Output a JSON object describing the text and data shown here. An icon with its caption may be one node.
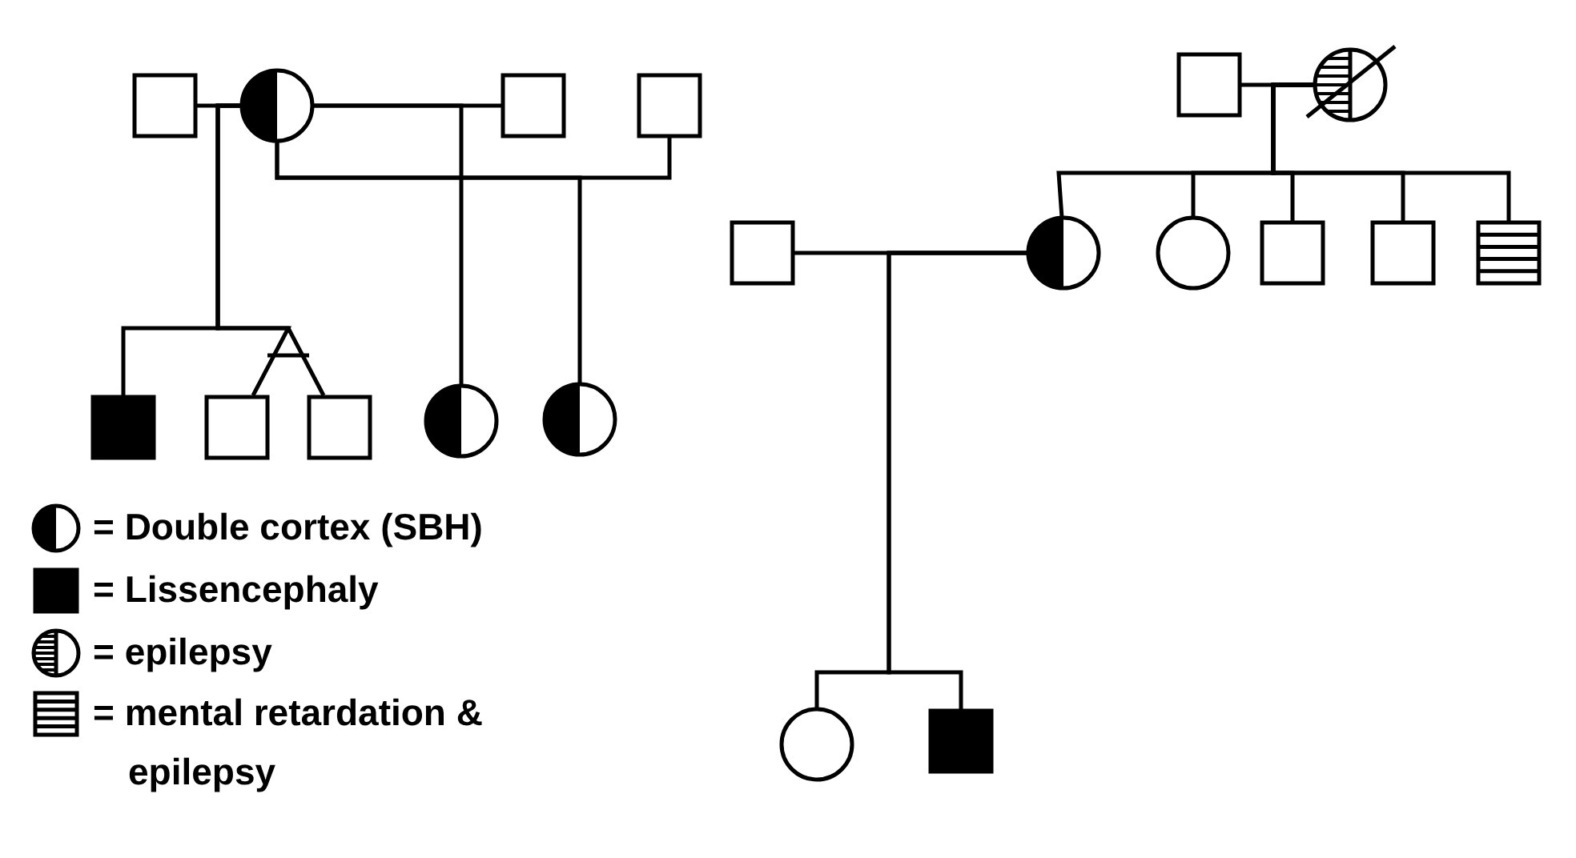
{
  "diagram": {
    "nodes": [
      {
        "text": [],
        "shape": "box"
      },
      {
        "text": [],
        "shape": "circle"
      },
      {
        "text": [],
        "shape": "box"
      },
      {
        "text": [],
        "shape": "box"
      },
      {
        "text": [],
        "shape": "box"
      },
      {
        "text": [],
        "shape": "circle"
      },
      {
        "text": [],
        "shape": "box"
      },
      {
        "text": [],
        "shape": "circle"
      },
      {
        "text": [],
        "shape": "circle"
      },
      {
        "text": [],
        "shape": "box"
      },
      {
        "text": [],
        "shape": "box"
      },
      {
        "text": [],
        "shape": "box"
      },
      {
        "text": [],
        "shape": "box"
      },
      {
        "text": [],
        "shape": "box"
      },
      {
        "text": [],
        "shape": "box"
      },
      {
        "text": [],
        "shape": "circle"
      },
      {
        "text": [],
        "shape": "circle"
      },
      {
        "text": [],
        "shape": "circle"
      },
      {
        "text": [],
        "shape": "box"
      }
    ],
    "edges": [
      {
        "from": 0,
        "to": 1,
        "arrow": "none"
      },
      {
        "from": 1,
        "to": 2,
        "arrow": "none"
      },
      {
        "from": 1,
        "to": 3,
        "arrow": "none"
      },
      {
        "from": 4,
        "to": 5,
        "arrow": "none"
      },
      {
        "from": 6,
        "to": 7,
        "arrow": "none"
      },
      {
        "from": 1,
        "to": 12,
        "arrow": "none"
      },
      {
        "from": 1,
        "to": 13,
        "arrow": "none"
      },
      {
        "from": 1,
        "to": 14,
        "arrow": "none"
      },
      {
        "from": 1,
        "to": 15,
        "arrow": "none"
      },
      {
        "from": 1,
        "to": 16,
        "arrow": "none"
      },
      {
        "from": 5,
        "to": 7,
        "arrow": "none"
      },
      {
        "from": 5,
        "to": 8,
        "arrow": "none"
      },
      {
        "from": 5,
        "to": 9,
        "arrow": "none"
      },
      {
        "from": 5,
        "to": 10,
        "arrow": "none"
      },
      {
        "from": 5,
        "to": 11,
        "arrow": "none"
      },
      {
        "from": 7,
        "to": 17,
        "arrow": "none"
      },
      {
        "from": 7,
        "to": 18,
        "arrow": "none"
      }
    ],
    "legend": [
      {
        "text": "= Double cortex (SBH)"
      },
      {
        "text": "= Lissencephaly"
      },
      {
        "text": "= epilepsy"
      },
      {
        "text": "= mental retardation & epilepsy"
      }
    ]
  }
}
